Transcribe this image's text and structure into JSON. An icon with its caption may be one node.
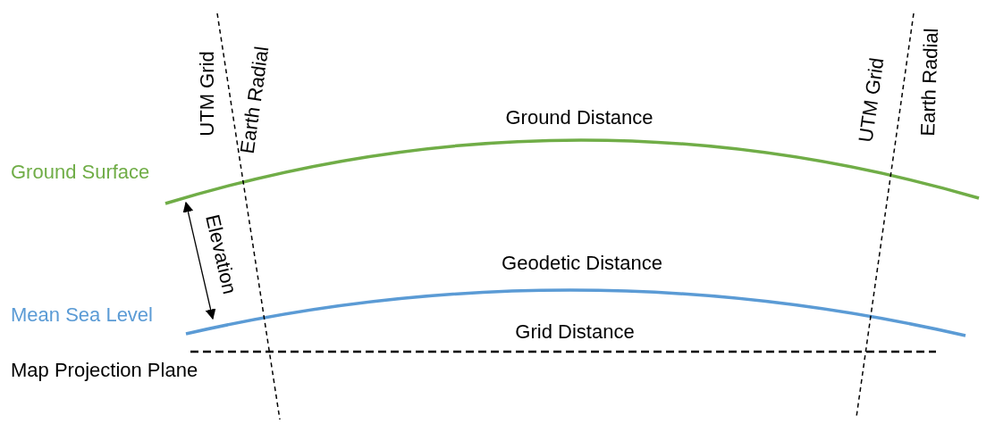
{
  "diagram": {
    "labels": [
      "UTM Grid",
      "Earth Radial",
      "UTM Grid",
      "Earth Radial",
      "Ground Distance",
      "Ground Surface",
      "Elevation",
      "Geodetic Distance",
      "Mean Sea Level",
      "Grid Distance",
      "Map Projection Plane"
    ]
  }
}
